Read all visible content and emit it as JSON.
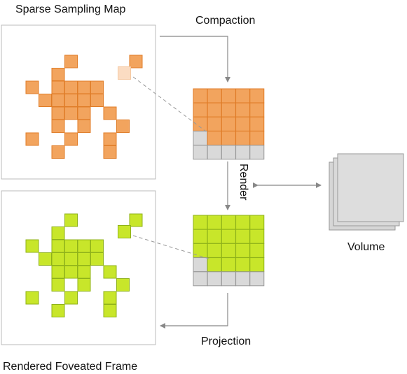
{
  "labels": {
    "sparse_map": "Sparse Sampling Map",
    "compaction": "Compaction",
    "render": "Render",
    "volume": "Volume",
    "projection": "Projection",
    "rendered_frame": "Rendered Foveated Frame"
  },
  "colors": {
    "orange_fill": "#f2a45e",
    "orange_stroke": "#e07d28",
    "orange_faded": "#fbdcc2",
    "green_fill": "#c8e62a",
    "green_stroke": "#8fb21a",
    "gray_fill": "#d9d9d9",
    "gray_stroke": "#999999",
    "panel_border": "#bbbbbb",
    "arrow": "#888888"
  },
  "sample_cells": [
    [
      3,
      0
    ],
    [
      8,
      0
    ],
    [
      2,
      1
    ],
    [
      0,
      2
    ],
    [
      2,
      2
    ],
    [
      3,
      2
    ],
    [
      4,
      2
    ],
    [
      5,
      2
    ],
    [
      1,
      3
    ],
    [
      2,
      3
    ],
    [
      3,
      3
    ],
    [
      4,
      3
    ],
    [
      5,
      3
    ],
    [
      2,
      4
    ],
    [
      3,
      4
    ],
    [
      4,
      4
    ],
    [
      6,
      4
    ],
    [
      2,
      5
    ],
    [
      4,
      5
    ],
    [
      7,
      5
    ],
    [
      0,
      6
    ],
    [
      3,
      6
    ],
    [
      6,
      6
    ],
    [
      2,
      7
    ],
    [
      6,
      7
    ]
  ],
  "extra_cell": [
    7,
    1
  ],
  "grid": {
    "cols": 5,
    "filled_rows": 4,
    "partial_row_filled": 4,
    "empty_rows": 1
  }
}
